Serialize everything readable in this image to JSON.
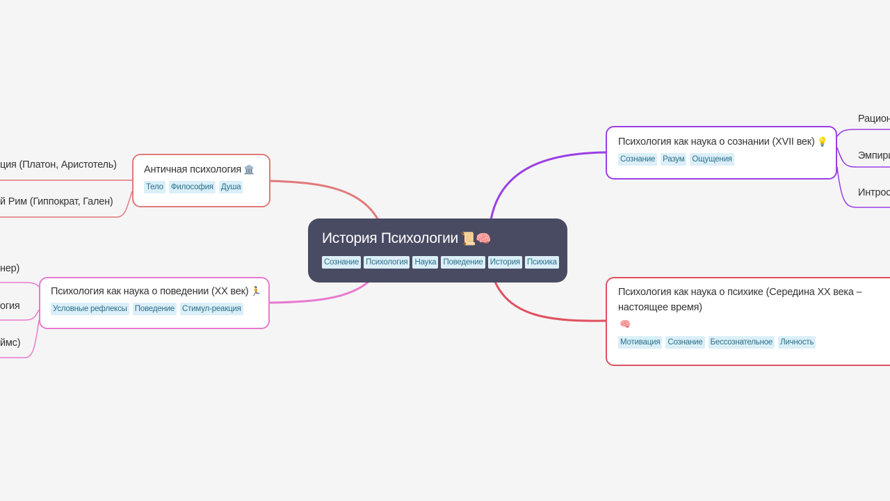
{
  "root": {
    "title": "История Психологии",
    "icons": "📜🧠",
    "tags": [
      "Сознание",
      "Психология",
      "Наука",
      "Поведение",
      "История",
      "Психика"
    ]
  },
  "antique": {
    "title": "Античная психология",
    "icon": "🏛️",
    "tags": [
      "Тело",
      "Философия",
      "Душа"
    ],
    "children": [
      "ция (Платон, Аристотель)",
      "й Рим (Гиппократ, Гален)"
    ],
    "color": "#e07a7a"
  },
  "behavior": {
    "title": "Психология как наука о поведении (XX век)",
    "icon": "🏃",
    "tags": [
      "Условные рефлексы",
      "Поведение",
      "Стимул-реакция"
    ],
    "children": [
      "нер)",
      "огия",
      "ймс)"
    ],
    "color": "#e87ad0"
  },
  "consciousness": {
    "title": "Психология как наука о сознании (XVII век)",
    "icon": "💡",
    "tags": [
      "Сознание",
      "Разум",
      "Ощущения"
    ],
    "children": [
      "Рацион",
      "Эмпири",
      "Интрос"
    ],
    "color": "#9b3ee3"
  },
  "psyche": {
    "title": "Психология как наука о психике (Середина XX века – настоящее время)",
    "icon": "🧠",
    "tags": [
      "Мотивация",
      "Сознание",
      "Бессознательное",
      "Личность"
    ],
    "color": "#e05060"
  },
  "colors": {
    "background": "#f5f5f5",
    "root_fill": "#494b63",
    "tag_fill": "#dbeff8",
    "tag_text": "#2b6f8a"
  }
}
